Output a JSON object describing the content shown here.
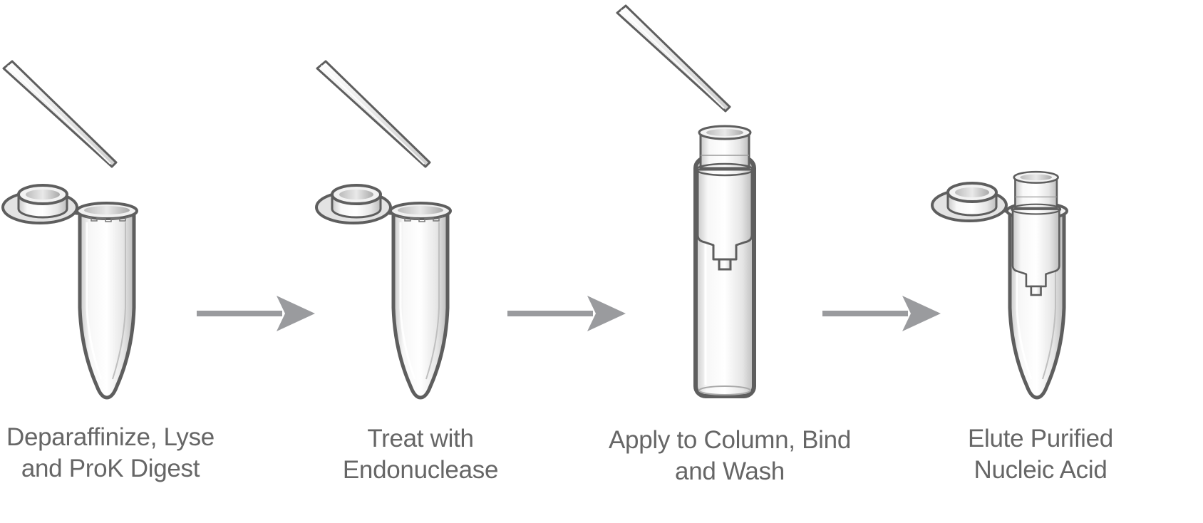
{
  "diagram": {
    "type": "workflow",
    "colors": {
      "outline": "#5e5e5e",
      "arrow": "#9a9b9e",
      "label": "#666666",
      "plastic_light": "#f4f4f4",
      "plastic_mid": "#d2d2d2"
    },
    "steps": [
      {
        "id": "step-1",
        "line1": "Deparaffinize, Lyse",
        "line2": "and ProK Digest",
        "icon": "open-microtube-with-pipette-tip"
      },
      {
        "id": "step-2",
        "line1": "Treat with",
        "line2": "Endonuclease",
        "icon": "open-microtube-with-pipette-tip"
      },
      {
        "id": "step-3",
        "line1": "Apply to Column, Bind",
        "line2": "and Wash",
        "icon": "spin-column-in-collection-tube-with-pipette-tip"
      },
      {
        "id": "step-4",
        "line1": "Elute Purified",
        "line2": "Nucleic Acid",
        "icon": "spin-column-in-open-microtube"
      }
    ],
    "arrows": [
      {
        "from": "step-1",
        "to": "step-2"
      },
      {
        "from": "step-2",
        "to": "step-3"
      },
      {
        "from": "step-3",
        "to": "step-4"
      }
    ]
  }
}
